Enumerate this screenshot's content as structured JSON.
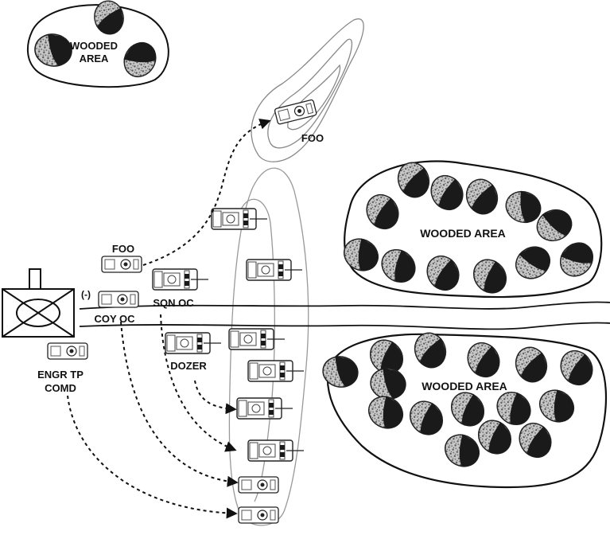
{
  "labels": {
    "wooded_area_small_line1": "WOODED",
    "wooded_area_small_line2": "AREA",
    "wooded_area_upper": "WOODED AREA",
    "wooded_area_lower": "WOODED AREA",
    "foo_top": "FOO",
    "foo_left": "FOO",
    "minus": "(-)",
    "sqn_oc": "SQN OC",
    "coy_oc": "COY OC",
    "dozer": "DOZER",
    "engr_line1": "ENGR TP",
    "engr_line2": "COMD"
  },
  "colors": {
    "ink": "#111111",
    "tree_dark": "#1a1a1a",
    "tree_light": "#9a9a9a",
    "outline": "#222222",
    "contour": "#888888"
  },
  "icons": {
    "unit_symbol": "infantry-company-symbol",
    "vehicle": "tank-icon",
    "tree": "tree-clump-icon"
  }
}
